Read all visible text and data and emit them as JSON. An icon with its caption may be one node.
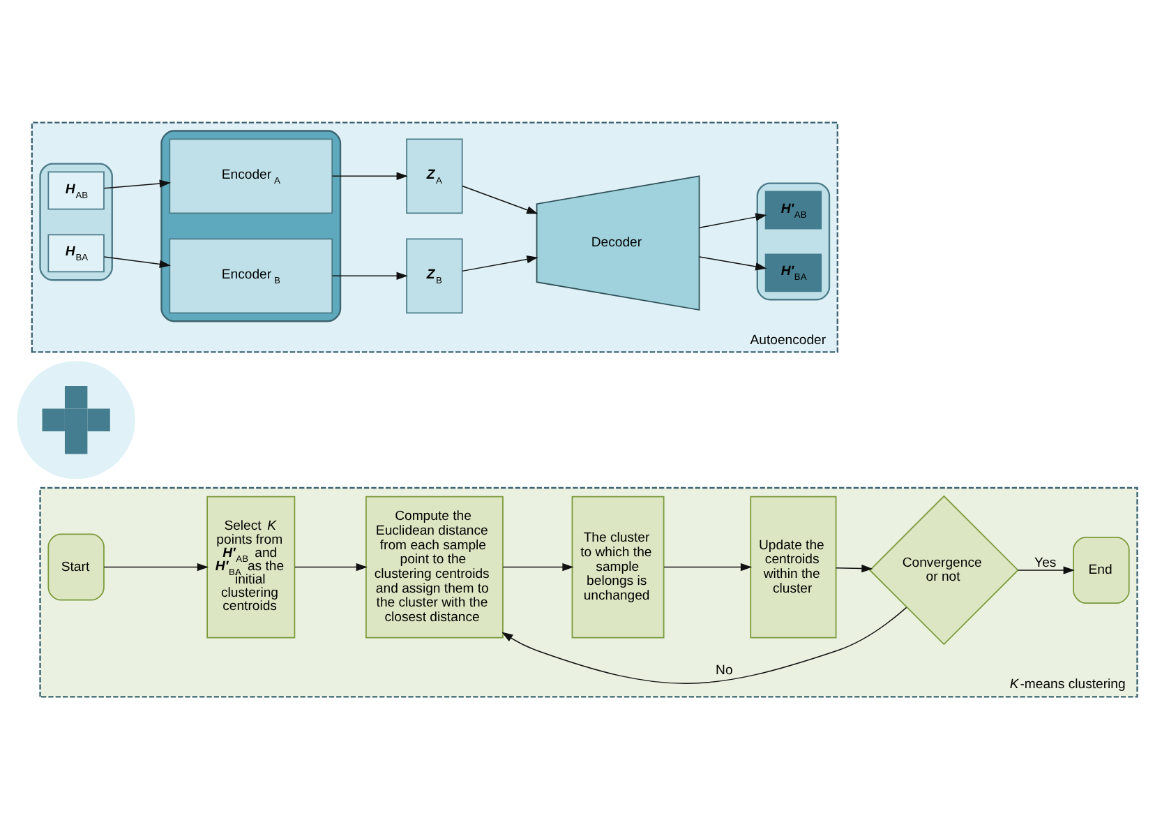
{
  "diagram": {
    "nodes": [
      {
        "text": [
          "Autoencoder"
        ]
      },
      {
        "text": [],
        "shape": "box",
        "in": 0
      },
      {
        "text": [
          "**H**$_{AB}$"
        ],
        "in": 1
      },
      {
        "text": [
          "**H**$_{BA}$"
        ],
        "in": 1
      },
      {
        "text": [],
        "shape": "box",
        "in": 0
      },
      {
        "text": [
          "Encoder$_{A}$"
        ],
        "in": 4
      },
      {
        "text": [
          "Encoder$_{B}$"
        ],
        "in": 4
      },
      {
        "text": [
          "**Z**$_{A}$"
        ],
        "in": 0
      },
      {
        "text": [
          "**Z**$_{B}$"
        ],
        "in": 0
      },
      {
        "text": [
          "Decoder"
        ],
        "in": 0
      },
      {
        "text": [],
        "shape": "box",
        "in": 0
      },
      {
        "text": [
          "**H′**$_{AB}$"
        ],
        "in": 10
      },
      {
        "text": [
          "**H′**$_{BA}$"
        ],
        "in": 10
      },
      {
        "text": [],
        "shape": "circle"
      },
      {
        "text": [
          "*K*-means clustering"
        ]
      },
      {
        "text": [
          "Start"
        ],
        "in": 14
      },
      {
        "text": [
          "Select *K* points from **H′**$_{AB}$ and **H′**$_{BA}$ as the initial clustering centroids"
        ],
        "in": 14
      },
      {
        "text": [
          "Compute the Euclidean distance from each sample point to the clustering centroids and assign them to the cluster with the closest distance"
        ],
        "in": 14
      },
      {
        "text": [
          "The cluster to which the sample belongs is unchanged"
        ],
        "in": 14
      },
      {
        "text": [
          "Update the centroids within the cluster"
        ],
        "in": 14
      },
      {
        "text": [
          "Convergence or not"
        ],
        "in": 14
      },
      {
        "text": [
          "End"
        ],
        "in": 14
      }
    ],
    "edges": [
      {
        "from": 2,
        "to": 5,
        "arrow": "to"
      },
      {
        "from": 3,
        "to": 6,
        "arrow": "to"
      },
      {
        "from": 5,
        "to": 7,
        "arrow": "to"
      },
      {
        "from": 6,
        "to": 8,
        "arrow": "to"
      },
      {
        "from": 7,
        "to": 9,
        "arrow": "to"
      },
      {
        "from": 8,
        "to": 9,
        "arrow": "to"
      },
      {
        "from": 9,
        "to": 11,
        "arrow": "to"
      },
      {
        "from": 9,
        "to": 12,
        "arrow": "to"
      },
      {
        "from": 15,
        "to": 16,
        "arrow": "to"
      },
      {
        "from": 16,
        "to": 17,
        "arrow": "to"
      },
      {
        "from": 17,
        "to": 18,
        "arrow": "to"
      },
      {
        "from": 18,
        "to": 19,
        "arrow": "to"
      },
      {
        "from": 19,
        "to": 20,
        "arrow": "to"
      },
      {
        "from": 20,
        "to": 21,
        "label": "Yes",
        "arrow": "to"
      },
      {
        "from": 20,
        "to": 17,
        "label": "No",
        "arrow": "to"
      }
    ]
  }
}
